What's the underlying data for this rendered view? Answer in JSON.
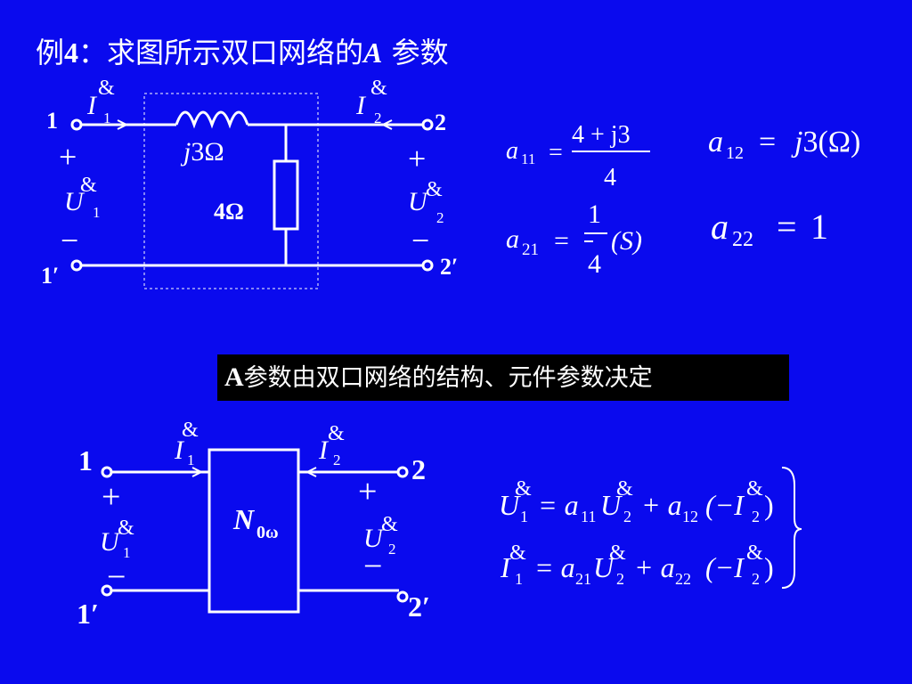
{
  "title": {
    "prefix": "例",
    "num": "4",
    "sep": "：",
    "text": "求图所示双口网络的",
    "var": "A",
    "suffix": " 参数"
  },
  "note": {
    "a": "A",
    "text": "参数由双口网络的结构、元件参数决定"
  },
  "circuit1": {
    "port1": "1",
    "port1p": "1",
    "port1p_prime": "′",
    "port2": "2",
    "port2p": "2",
    "port2p_prime": "′",
    "plus": "+",
    "minus": "−",
    "inductor_j": "j",
    "inductor_val": "3Ω",
    "resistor": "4Ω",
    "current_sym": "I",
    "voltage_sym": "U",
    "dot_mark": "&",
    "sub1": "1",
    "sub2": "2"
  },
  "results": {
    "a11_lhs": "a",
    "a11_sub": "11",
    "eq": "=",
    "a11_num": "4 + j3",
    "a11_den": "4",
    "a12_lhs": "a",
    "a12_sub": "12",
    "a12_rhs_j": "j",
    "a12_rhs": "3(Ω)",
    "a21_lhs": "a",
    "a21_sub": "21",
    "a21_num": "1",
    "a21_den": "4",
    "a21_unit": "(S)",
    "a22_lhs": "a",
    "a22_sub": "22",
    "a22_rhs": "1"
  },
  "circuit2": {
    "port1": "1",
    "port1p": "1",
    "prime": "′",
    "port2": "2",
    "port2p": "2",
    "plus": "+",
    "minus": "−",
    "box_label": "N",
    "box_sub": "0ω",
    "current_sym": "I",
    "voltage_sym": "U",
    "dot_mark": "&",
    "sub1": "1",
    "sub2": "2"
  },
  "equations": {
    "eq1_lhs": "U",
    "eq1_lhs_sub": "1",
    "eq1_rhs1": "= a",
    "eq1_rhs1_sub": "11",
    "eq1_u": "U",
    "eq1_u_sub": "2",
    "eq1_plus": "+ a",
    "eq1_plus_sub": "12",
    "eq1_tail": "(−I",
    "eq1_tail_sub": "2",
    "eq1_close": ")",
    "eq2_lhs": "I",
    "eq2_lhs_sub": "1",
    "eq2_rhs1": "= a",
    "eq2_rhs1_sub": "21",
    "eq2_u": "U",
    "eq2_u_sub": "2",
    "eq2_plus": "+ a",
    "eq2_plus_sub": "22",
    "eq2_tail": "(−I",
    "eq2_tail_sub": "2",
    "eq2_close": ")",
    "dot_mark": "&"
  }
}
